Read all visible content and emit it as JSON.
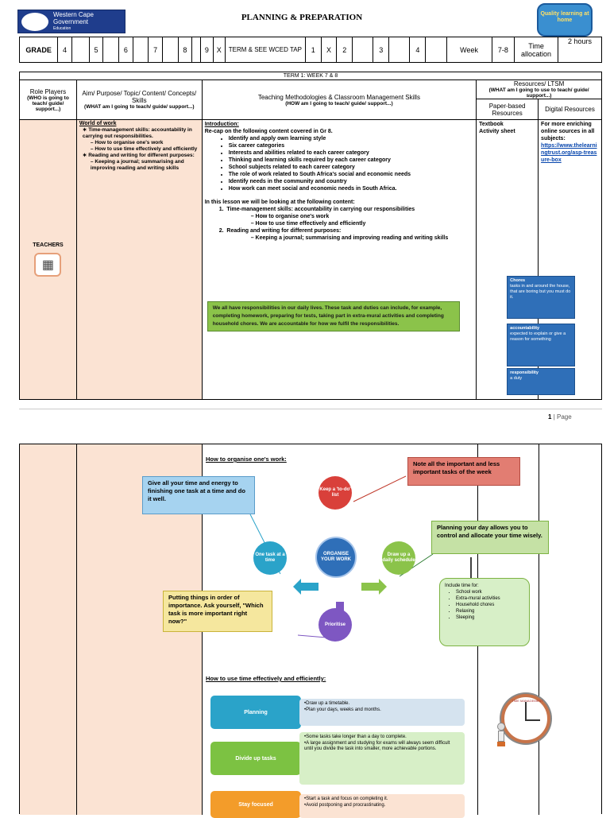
{
  "header": {
    "logo_line1": "Western Cape",
    "logo_line2": "Government",
    "logo_sub": "Education",
    "title": "PLANNING & PREPARATION",
    "quality_logo": "Quality learning at home"
  },
  "grade_row": {
    "grade_label": "GRADE",
    "g4": "4",
    "g5": "5",
    "g6": "6",
    "g7": "7",
    "g8": "8",
    "g9": "9",
    "g9_mark": "X",
    "term_label": "TERM & SEE WCED TAP",
    "t1": "1",
    "t1_mark": "X",
    "t2": "2",
    "t3": "3",
    "t4": "4",
    "week_label": "Week",
    "week_value": "7-8",
    "time_label": "Time allocation",
    "time_value": "2 hours"
  },
  "term_banner": "TERM 1: WEEK 7 & 8",
  "columns": {
    "role_players": "Role Players",
    "role_players_sub": "(WHO is going to teach/ guide/ support...)",
    "aim": "Aim/ Purpose/ Topic/ Content/ Concepts/ Skills",
    "aim_sub": "(WHAT am I going to teach/ guide/ support...)",
    "methods": "Teaching Methodologies & Classroom Management Skills",
    "methods_sub": "(HOW am I going to teach/ guide/ support...)",
    "resources": "Resources/ LTSM",
    "resources_sub": "(WHAT am I going to use to teach/ guide/ support...)",
    "paper": "Paper-based Resources",
    "digital": "Digital Resources"
  },
  "role": {
    "teachers": "TEACHERS"
  },
  "aim_content": {
    "heading": "World of work",
    "items": [
      "Time-management skills: accountability in carrying out responsibilities.",
      "Reading and writing for different purposes:"
    ],
    "sub1": [
      "How to organise one's work",
      "How to use time effectively and efficiently"
    ],
    "sub2": [
      "Keeping a journal; summarising and improving reading and writing skills"
    ]
  },
  "methods_content": {
    "intro_heading": "Introduction:",
    "recap": "Re-cap on the following content covered in Gr 8.",
    "recap_items": [
      "Identify and apply own learning style",
      "Six career categories",
      "Interests and abilities related to each career category",
      "Thinking and learning skills required by each career category",
      "School subjects related to each career category",
      "The role of work related to South Africa's social and economic needs",
      "Identify needs in the community and country",
      "How work can meet social and economic needs in South Africa."
    ],
    "lesson_intro": "In this lesson we will be looking at the following content:",
    "lesson_items": [
      "Time-management skills: accountability in carrying our responsibilities",
      "Reading and writing for different purposes:"
    ],
    "lesson_sub1": [
      "How to organise one's work",
      "How to use time effectively and efficiently"
    ],
    "lesson_sub2": [
      "Keeping a journal; summarising and improving reading and writing skills"
    ],
    "green_box": "We all have responsibilities in our daily lives. These task and duties can include, for example, completing homework, preparing for tests, taking part in extra-mural activities and completing household chores. We are accountable for how we fulfil the responsibilities."
  },
  "paper_content": {
    "items": [
      "Textbook",
      "Activity sheet"
    ]
  },
  "digital_content": {
    "text": "For more enriching online sources in all subjects:",
    "link": "https://www.thelearningtrust.org/asp-treasure-box"
  },
  "glossary": [
    {
      "term": "Chores",
      "def": "tasks in and around the house, that are boring but you must do it."
    },
    {
      "term": "accountability",
      "def": "expected to explain or give a reason for something"
    },
    {
      "term": "responsibility",
      "def": "a duty"
    }
  ],
  "page_footer": {
    "num": "1",
    "label": "| Page"
  },
  "page2": {
    "organise_heading": "How to organise one's work:",
    "center": "ORGANISE YOUR WORK",
    "keep": "Keep a 'to-do' list",
    "draw": "Draw up a daily schedule",
    "one": "One task at a time",
    "prioritise": "Prioritise",
    "note_callout": "Note all the important and less important tasks of the week",
    "give_callout": "Give all your time and energy to finishing one task at a time and do it well.",
    "plan_callout": "Planning your day allows you to control and allocate your time wisely.",
    "put_callout": "Putting things in order of importance. Ask yourself, \"Which task is more important right now?\"",
    "include_title": "Include time for:",
    "include_items": [
      "School work",
      "Extra-mural activities",
      "Household chores",
      "Relaxing",
      "Sleeping"
    ],
    "time_heading": "How to use time effectively and efficiently:",
    "steps": [
      {
        "label": "Planning",
        "lines": [
          "Draw up a timetable.",
          "Plan your days, weeks and months."
        ]
      },
      {
        "label": "Divide up tasks",
        "lines": [
          "Some tasks take longer than a day to complete.",
          "A large assignment and studying for exams will always seem difficult until you divide the task into smaller, more achievable portions."
        ]
      },
      {
        "label": "Stay focused",
        "lines": [
          "Start a task and focus on completing it.",
          "Avoid postponing and procrastinating."
        ]
      }
    ],
    "clock_label": "TIME MANAGEMENT"
  },
  "colors": {
    "peach": "#fbe3d3",
    "green": "#8bc34a",
    "blue": "#2f6fb8",
    "red": "#d9403a",
    "purple": "#7e57c2"
  }
}
